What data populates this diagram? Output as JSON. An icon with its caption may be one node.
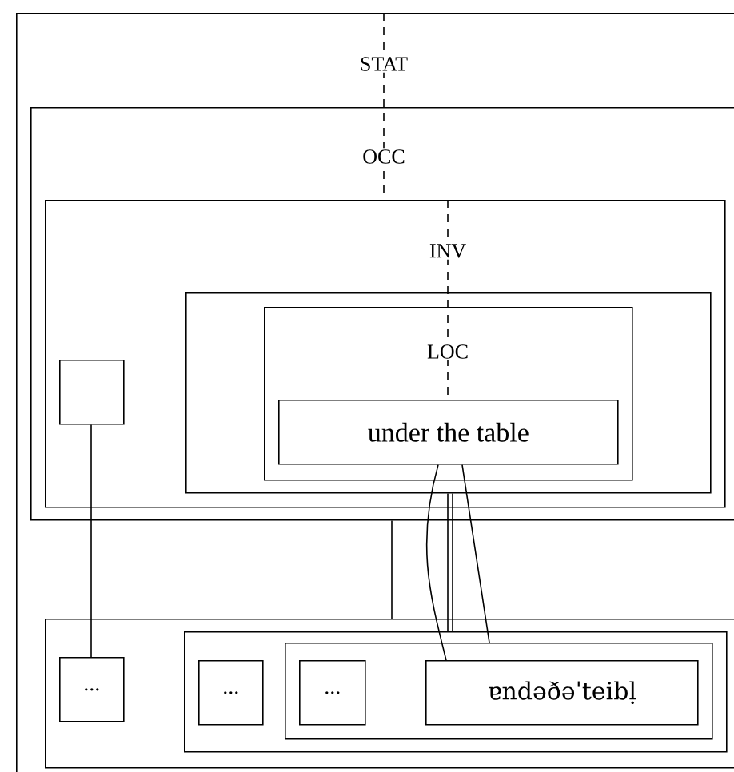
{
  "diagram": {
    "nodes": [
      {
        "text": [
          "STAT"
        ]
      },
      {
        "text": [
          "OCC"
        ],
        "in": 0
      },
      {
        "text": [
          "INV"
        ],
        "in": 1
      },
      {
        "text": [],
        "shape": "box",
        "in": 2
      },
      {
        "text": [
          "LOC"
        ],
        "in": 3
      },
      {
        "text": [
          "under the table"
        ],
        "in": 4
      },
      {
        "text": [],
        "shape": "box",
        "in": 2
      },
      {
        "text": [],
        "shape": "box",
        "in": 0
      },
      {
        "text": [
          "..."
        ],
        "in": 7
      },
      {
        "text": [],
        "shape": "box",
        "in": 7
      },
      {
        "text": [
          "..."
        ],
        "in": 9
      },
      {
        "text": [],
        "shape": "box",
        "in": 9
      },
      {
        "text": [
          "..."
        ],
        "in": 11
      },
      {
        "text": [
          "ɐndəðəˈteibḷ"
        ],
        "in": 11
      }
    ],
    "edges": [
      {
        "from": 0,
        "to": 2,
        "arrow": "none",
        "style": "dashed"
      },
      {
        "from": 2,
        "to": 5,
        "arrow": "none",
        "style": "dashed"
      },
      {
        "from": 6,
        "to": 8,
        "arrow": "none"
      },
      {
        "from": 1,
        "to": 7,
        "arrow": "none"
      },
      {
        "from": 5,
        "to": 13,
        "arrow": "none"
      },
      {
        "from": 3,
        "to": 9,
        "arrow": "none"
      },
      {
        "from": 3,
        "to": 9,
        "arrow": "none"
      },
      {
        "from": 5,
        "to": 11,
        "arrow": "none"
      }
    ]
  }
}
